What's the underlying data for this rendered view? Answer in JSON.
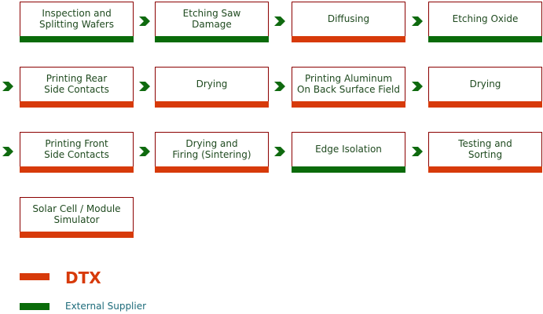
{
  "colors": {
    "dtx": "#d73a0a",
    "external": "#0a6b0a",
    "arrow": "#0f6a0f",
    "border": "#8b0000"
  },
  "steps": [
    {
      "label": "Inspection and\nSplitting Wafers",
      "owner": "external"
    },
    {
      "label": "Etching Saw\nDamage",
      "owner": "external"
    },
    {
      "label": "Diffusing",
      "owner": "dtx"
    },
    {
      "label": "Etching Oxide",
      "owner": "external"
    },
    {
      "label": "Printing Rear\nSide Contacts",
      "owner": "dtx"
    },
    {
      "label": "Drying",
      "owner": "dtx"
    },
    {
      "label": "Printing Aluminum\nOn Back Surface Field",
      "owner": "dtx"
    },
    {
      "label": "Drying",
      "owner": "dtx"
    },
    {
      "label": "Printing Front\nSide Contacts",
      "owner": "dtx"
    },
    {
      "label": "Drying and\nFiring (Sintering)",
      "owner": "dtx"
    },
    {
      "label": "Edge Isolation",
      "owner": "external"
    },
    {
      "label": "Testing and\nSorting",
      "owner": "dtx"
    },
    {
      "label": "Solar Cell / Module\nSimulator",
      "owner": "dtx"
    }
  ],
  "legend": {
    "dtx_label": "DTX",
    "external_label": "External Supplier"
  }
}
